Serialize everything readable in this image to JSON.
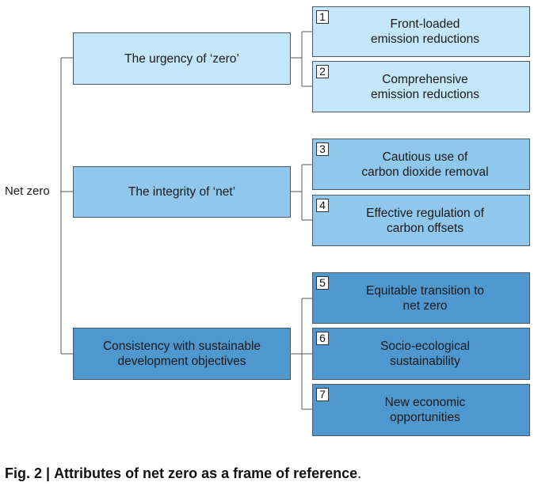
{
  "root": "Net zero",
  "colors": {
    "group_1": "#c3e6f8",
    "group_2": "#8fc8ec",
    "group_3": "#4f98cf",
    "border": "#4a5a66",
    "connector": "#555555"
  },
  "groups": [
    {
      "label": "The urgency of ‘zero’",
      "attributes": [
        {
          "number": "1",
          "label": "Front-loaded\nemission reductions"
        },
        {
          "number": "2",
          "label": "Comprehensive\nemission reductions"
        }
      ]
    },
    {
      "label": "The integrity of ‘net’",
      "attributes": [
        {
          "number": "3",
          "label": "Cautious use of\ncarbon dioxide removal"
        },
        {
          "number": "4",
          "label": "Effective regulation of\ncarbon offsets"
        }
      ]
    },
    {
      "label": "Consistency with sustainable\ndevelopment objectives",
      "attributes": [
        {
          "number": "5",
          "label": "Equitable transition to\nnet zero"
        },
        {
          "number": "6",
          "label": "Socio-ecological\nsustainability"
        },
        {
          "number": "7",
          "label": "New economic\nopportunities"
        }
      ]
    }
  ],
  "caption": {
    "label": "Fig. 2 |",
    "text": "Attributes of net zero as a frame of reference",
    "end": "."
  }
}
